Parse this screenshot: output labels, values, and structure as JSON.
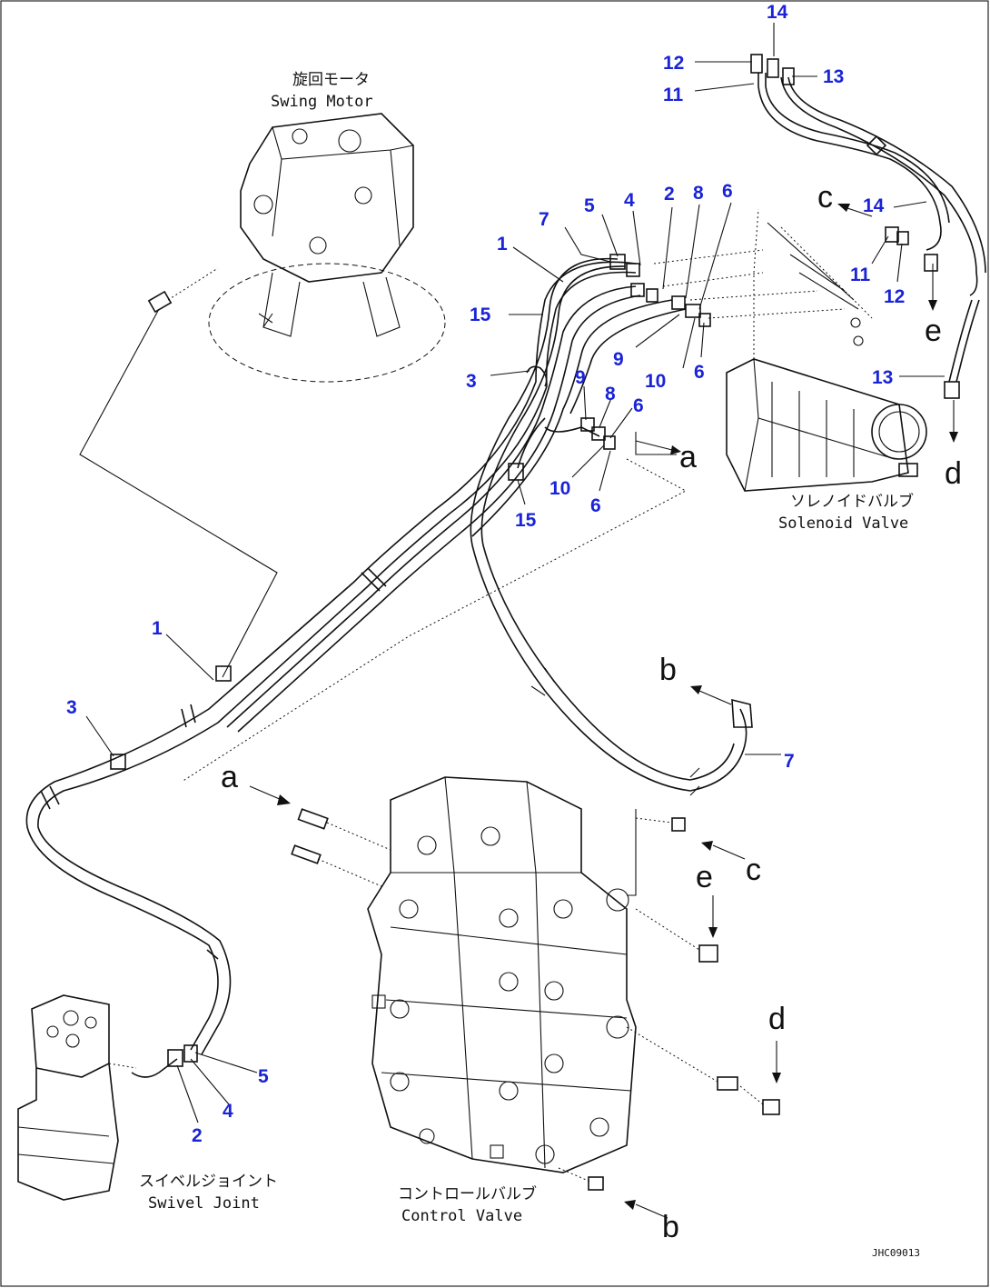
{
  "components": {
    "swing_motor": {
      "jp": "旋回モータ",
      "en": "Swing Motor"
    },
    "solenoid_valve": {
      "jp": "ソレノイドバルブ",
      "en": "Solenoid Valve"
    },
    "swivel_joint": {
      "jp": "スイベルジョイント",
      "en": "Swivel Joint"
    },
    "control_valve": {
      "jp": "コントロールバルブ",
      "en": "Control Valve"
    }
  },
  "callouts": {
    "c1": "14",
    "c2": "12",
    "c3": "13",
    "c4": "11",
    "c5": "7",
    "c6": "5",
    "c7": "4",
    "c8": "2",
    "c9": "8",
    "c10": "6",
    "c11": "1",
    "c12": "15",
    "c13": "9",
    "c14": "10",
    "c15": "6",
    "c16": "3",
    "c17": "9",
    "c18": "8",
    "c19": "6",
    "c20": "10",
    "c21": "6",
    "c22": "15",
    "c23": "14",
    "c24": "11",
    "c25": "12",
    "c26": "13",
    "c27": "1",
    "c28": "3",
    "c29": "7",
    "c30": "5",
    "c31": "4",
    "c32": "2"
  },
  "connectors": {
    "a1": "a",
    "a2": "a",
    "b1": "b",
    "b2": "b",
    "c1": "c",
    "c2": "c",
    "d1": "d",
    "d2": "d",
    "e1": "e",
    "e2": "e"
  },
  "drawing_code": "JHC09013",
  "colors": {
    "callout": "#1a24d6",
    "line": "#111111",
    "background": "#ffffff"
  }
}
